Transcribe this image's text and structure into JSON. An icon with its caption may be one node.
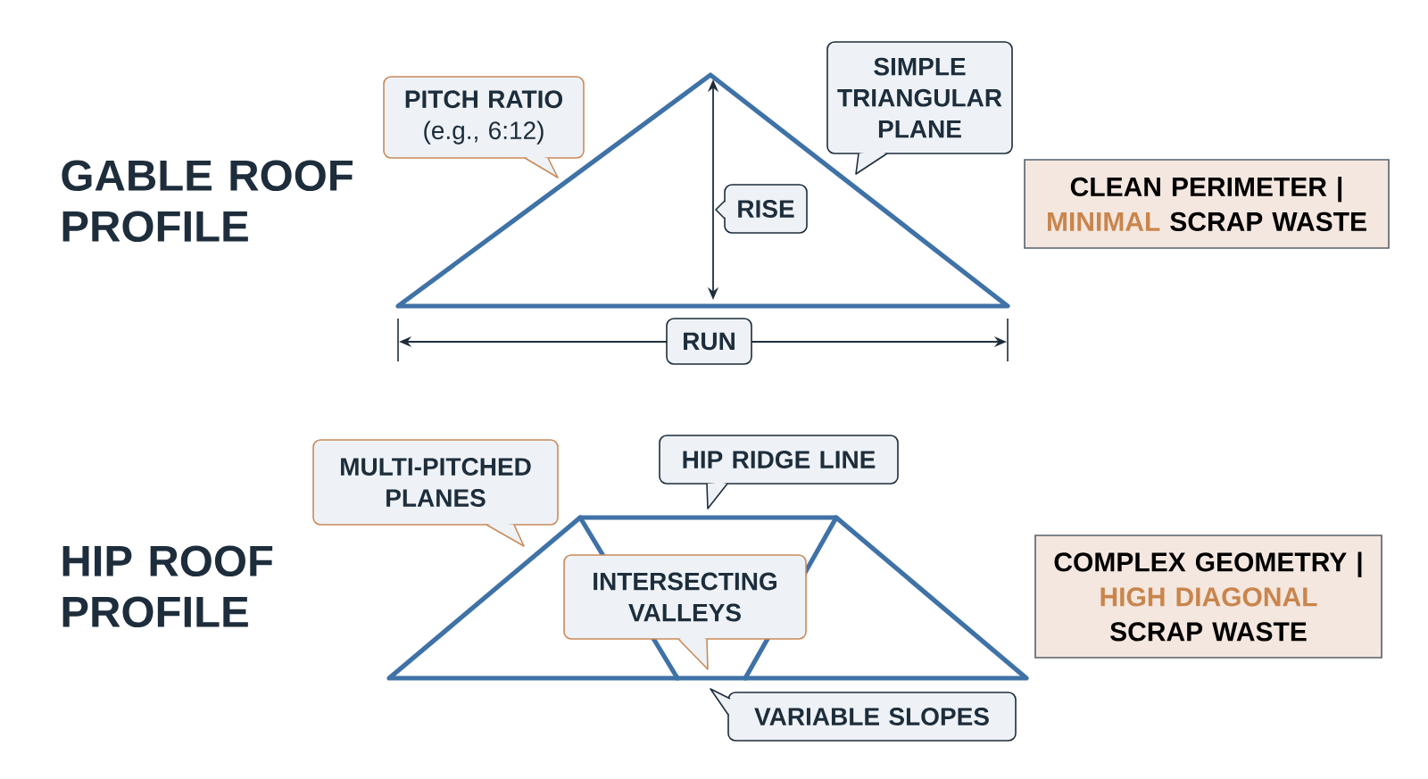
{
  "diagram": {
    "nodes": [
      {
        "text": [
          "PITCH RATIO",
          "(e.g., 6:12)"
        ]
      },
      {
        "text": [
          "SIMPLE TRIANGULAR PLANE"
        ]
      },
      {
        "text": [
          "RISE"
        ]
      },
      {
        "text": [
          "RUN"
        ]
      },
      {
        "text": [
          "CLEAN PERIMETER |",
          "MINIMAL",
          "SCRAP WASTE"
        ]
      },
      {
        "text": [
          "MULTI-PITCHED PLANES"
        ]
      },
      {
        "text": [
          "HIP RIDGE LINE"
        ]
      },
      {
        "text": [
          "INTERSECTING VALLEYS"
        ]
      },
      {
        "text": [
          "VARIABLE SLOPES"
        ]
      },
      {
        "text": [
          "COMPLEX GEOMETRY |",
          "HIGH DIAGONAL",
          "SCRAP WASTE"
        ]
      }
    ],
    "labels": [
      "GABLE ROOF PROFILE",
      "HIP ROOF PROFILE"
    ]
  }
}
